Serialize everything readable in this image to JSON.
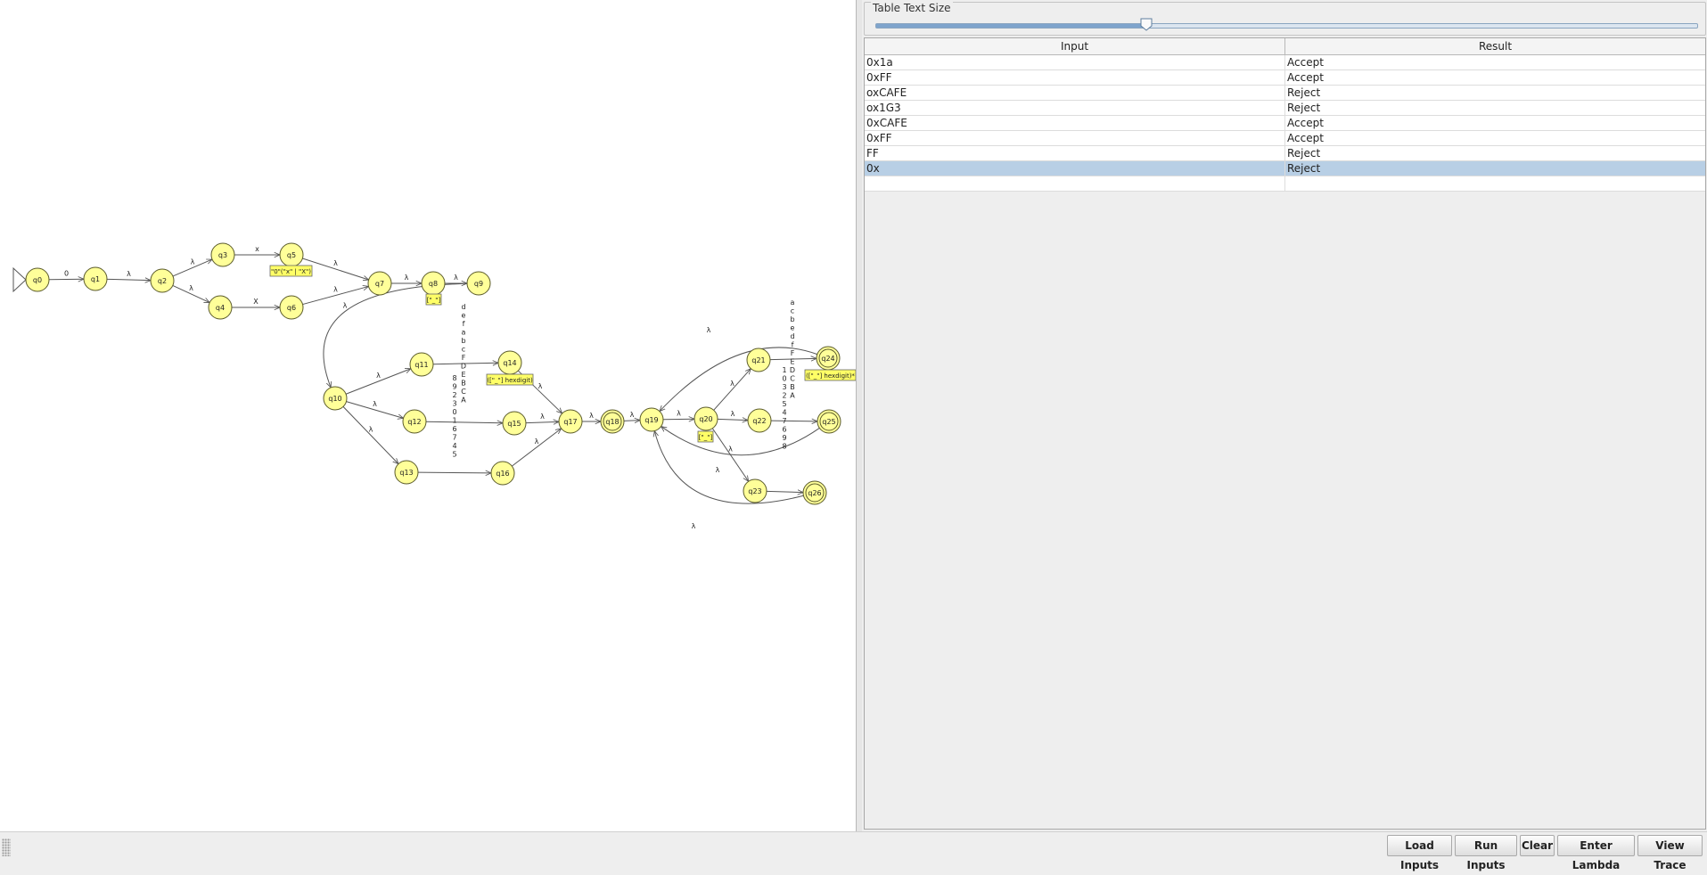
{
  "panel": {
    "slider_title": "Table Text Size",
    "slider_value": 0.33
  },
  "table": {
    "headers": [
      "Input",
      "Result"
    ],
    "rows": [
      [
        "0x1a",
        "Accept"
      ],
      [
        "0xFF",
        "Accept"
      ],
      [
        "oxCAFE",
        "Reject"
      ],
      [
        "ox1G3",
        "Reject"
      ],
      [
        "0xCAFE",
        "Accept"
      ],
      [
        "0xFF",
        "Accept"
      ],
      [
        "FF",
        "Reject"
      ],
      [
        "0x",
        "Reject"
      ],
      [
        "",
        ""
      ]
    ],
    "selected_row": 7
  },
  "buttons": {
    "load_inputs": "Load Inputs",
    "run_inputs": "Run Inputs",
    "clear": "Clear",
    "enter_lambda": "Enter Lambda",
    "view_trace": "View Trace"
  },
  "automaton": {
    "states": [
      "q0",
      "q1",
      "q2",
      "q3",
      "q4",
      "q5",
      "q6",
      "q7",
      "q8",
      "q9",
      "q10",
      "q11",
      "q12",
      "q13",
      "q14",
      "q15",
      "q16",
      "q17",
      "q18",
      "q19",
      "q20",
      "q21",
      "q22",
      "q23",
      "q24",
      "q25",
      "q26"
    ],
    "start_state": "q0",
    "final_states": [
      "q18",
      "q24",
      "q25",
      "q26"
    ],
    "transition_labels": {
      "q0_q1": "0",
      "q1_q2": "λ",
      "q2_q3": "λ",
      "q2_q4": "λ",
      "q3_q5": "x",
      "q4_q6": "X",
      "q5_q7": "λ",
      "q6_q7": "λ",
      "q7_q8": "λ",
      "q8_q9": "λ",
      "q9_q10": "λ",
      "q10_q11": "λ",
      "q10_q12": "λ",
      "q10_q13": "λ",
      "q11_q14": "d e f a b c F D E B C A",
      "q12_q15": "8 9 2 3 0 1 6 7 4 5",
      "q14_q17": "λ",
      "q15_q17": "λ",
      "q16_q17": "λ",
      "q17_q18": "λ",
      "q18_q19": "λ",
      "q19_q20": "λ",
      "q20_q21": "λ",
      "q20_q22": "λ",
      "q20_q23": "λ",
      "q21_q24": "a c b e d f F E D C B A",
      "q22_q25": "1 0 3 2 5 4 7 6 9 8",
      "q24_q19": "λ",
      "q25_q19": "λ",
      "q26_q19": "λ"
    },
    "block_notes": {
      "q5": "\"0\"(\"x\" | \"X\")",
      "q8": "[\"_\"]",
      "q14": "([\"_\"] hexdigit)",
      "q20": "[\"_\"]",
      "q24": "([\"_\"] hexdigit)*"
    },
    "colors": {
      "state_fill": "#ffff99",
      "state_stroke": "#5a5a2a",
      "note_fill": "#ffff66"
    }
  }
}
